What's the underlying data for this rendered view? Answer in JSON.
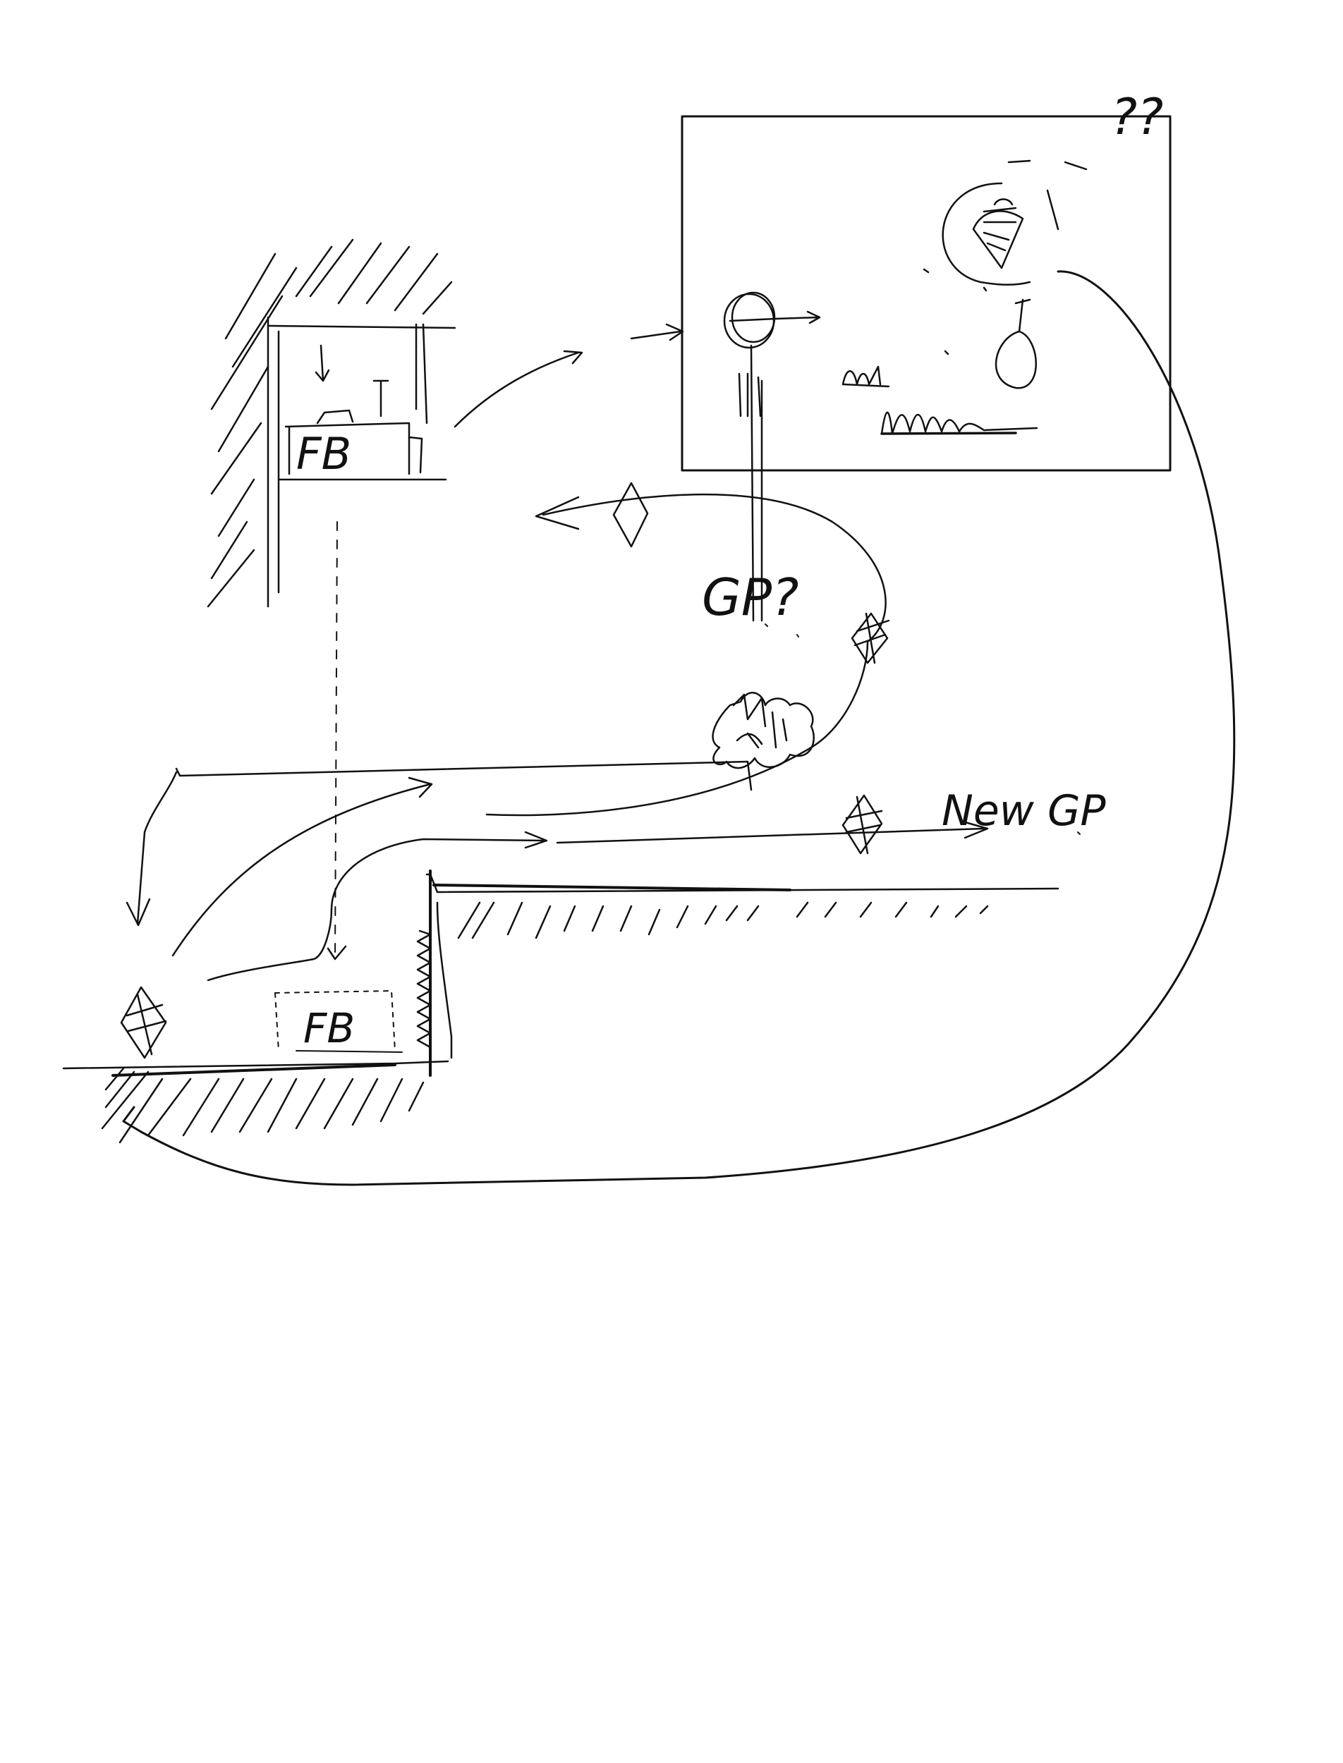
{
  "labels": {
    "fb_upper": "FB",
    "fb_lower": "FB",
    "gp_question": "GP?",
    "new_gp": "New GP",
    "question_marks": "??"
  },
  "colors": {
    "ink": "#111111",
    "paper": "#ffffff"
  }
}
